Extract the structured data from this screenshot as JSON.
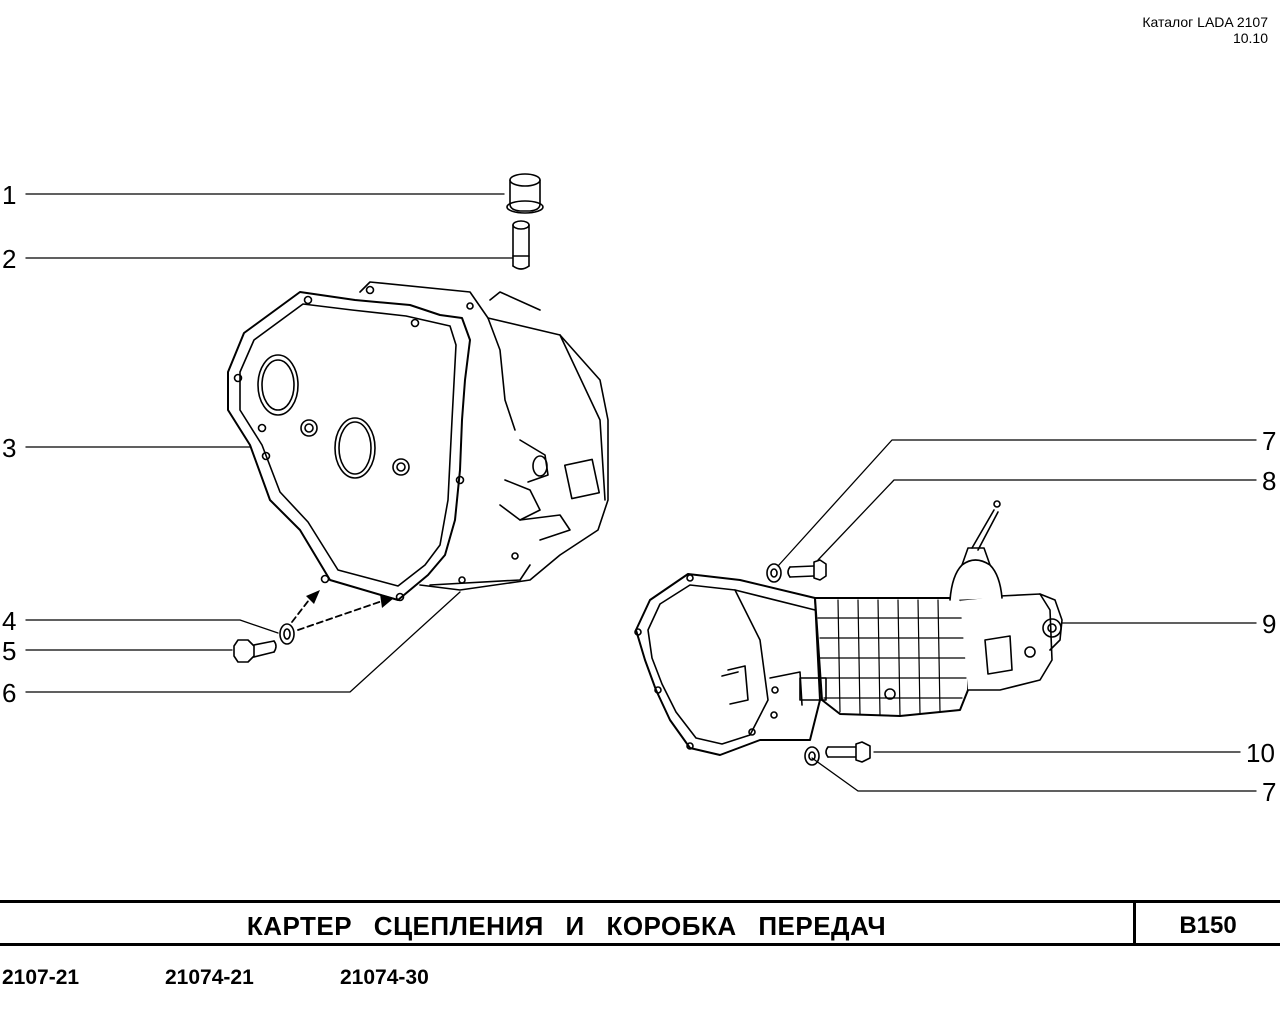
{
  "header": {
    "catalog": "Каталог LADA 2107",
    "revision": "10.10"
  },
  "callouts": [
    {
      "label": "1"
    },
    {
      "label": "2"
    },
    {
      "label": "3"
    },
    {
      "label": "4"
    },
    {
      "label": "5"
    },
    {
      "label": "6"
    },
    {
      "label": "7"
    },
    {
      "label": "8"
    },
    {
      "label": "9"
    },
    {
      "label": "10"
    },
    {
      "label": "7"
    }
  ],
  "footer": {
    "title": "КАРТЕР   СЦЕПЛЕНИЯ   И   КОРОБКА   ПЕРЕДАЧ",
    "code": "B150",
    "models": [
      "2107-21",
      "21074-21",
      "21074-30"
    ]
  }
}
